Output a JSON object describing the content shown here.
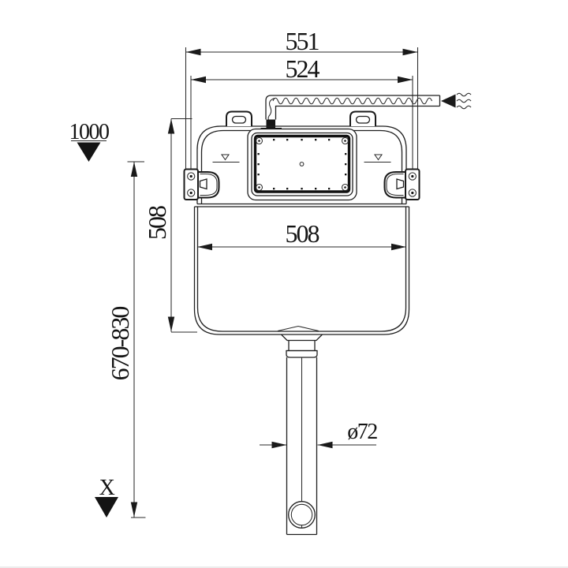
{
  "page": {
    "background": "#ffffff",
    "footer_rule_color": "#e6e6e6"
  },
  "drawing": {
    "subject": "Concealed toilet cistern installation diagram, front view",
    "line_color": "#1f1f1f",
    "labels": {
      "overall_width": "551",
      "mounting_width": "524",
      "tank_width": "508",
      "tank_height": "508",
      "install_height_range": "670-830",
      "upper_level": "1000",
      "floor_level": "X",
      "outlet_diameter": "ø72"
    },
    "symbols": {
      "water_inlet": "flow-arrow-with-waves",
      "water_level": "open-inverted-triangle",
      "elevation_marker": "filled-inverted-triangle"
    }
  }
}
